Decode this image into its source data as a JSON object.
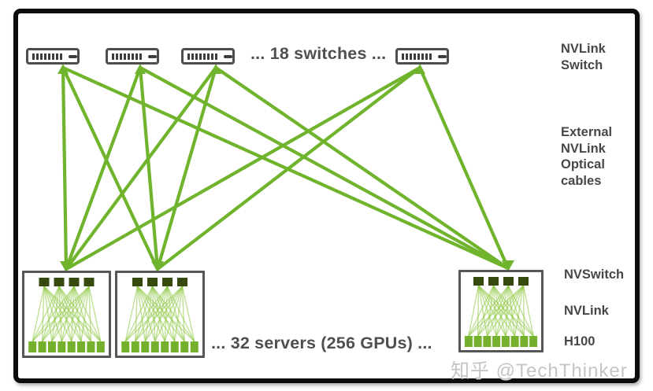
{
  "figure": {
    "top_label": "... 18 switches ...",
    "bottom_label": "... 32 servers (256 GPUs) ...",
    "side_labels": {
      "switch_layer": "NVLink\nSwitch",
      "cables": "External\nNVLink\nOptical\ncables",
      "nvswitch": "NVSwitch",
      "nvlink": "NVLink",
      "gpu": "H100"
    },
    "switch_icon_count": 4,
    "ports_per_switch_icon": 8,
    "server_box_count": 3,
    "nvswitch_squares_per_server": 4,
    "gpu_squares_per_server": 8,
    "topology": "full-mesh"
  },
  "watermark": "知乎 @TechThinker",
  "colors": {
    "link_green": "#6fb42c",
    "mesh_green": "#8cc63f",
    "gpu_green": "#74b02b",
    "nvswitch_dark_green": "#36490e",
    "text_gray": "#4f4f4f",
    "frame_black": "#0c0c0c",
    "watermark_gray": "#c5c5c5"
  }
}
